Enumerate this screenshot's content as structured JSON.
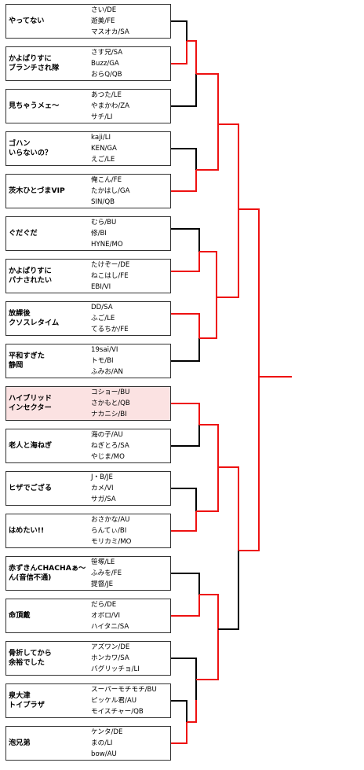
{
  "colors": {
    "win": "#ee1111",
    "loss": "#000000",
    "highlight": "#fbe2e2"
  },
  "teams": [
    {
      "name": "やってない",
      "members": [
        "さい/DE",
        "遊美/FE",
        "マスオカ/SA"
      ]
    },
    {
      "name": "かよぱりすに\nブランチされ隊",
      "members": [
        "さす兄/SA",
        "Buzz/GA",
        "おらQ/QB"
      ]
    },
    {
      "name": "見ちゃうメェ～",
      "members": [
        "あつた/LE",
        "やまかわ/ZA",
        "サチ/LI"
      ]
    },
    {
      "name": "ゴハン\nいらないの？",
      "members": [
        "kaji/LI",
        "KEN/GA",
        "えご/LE"
      ]
    },
    {
      "name": "茨木ひとづまVIP",
      "members": [
        "俺こん/FE",
        "たかはし/GA",
        "SIN/QB"
      ]
    },
    {
      "name": "ぐだぐだ",
      "members": [
        "むら/BU",
        "修/BI",
        "HYNE/MO"
      ]
    },
    {
      "name": "かよぱりすに\nパナされたい",
      "members": [
        "たけぞー/DE",
        "ねこはし/FE",
        "EBI/VI"
      ]
    },
    {
      "name": "放課後\nクソスレタイム",
      "members": [
        "DD/SA",
        "ふご/LE",
        "てるちか/FE"
      ]
    },
    {
      "name": "平和すぎた\n静岡",
      "members": [
        "19sai/VI",
        "トモ/BI",
        "ふみお/AN"
      ]
    },
    {
      "name": "ハイブリッド\nインセクター",
      "members": [
        "コショー/BU",
        "さかもと/QB",
        "ナカニシ/BI"
      ]
    },
    {
      "name": "老人と海ねぎ",
      "members": [
        "海の子/AU",
        "ねぎとろ/SA",
        "やじま/MO"
      ]
    },
    {
      "name": "ヒザでござる",
      "members": [
        "J・B/JE",
        "カメ/VI",
        "サガ/SA"
      ]
    },
    {
      "name": "はめたい!!",
      "members": [
        "おさかな/AU",
        "らんてぃ/BI",
        "モリカミ/MO"
      ]
    },
    {
      "name": "赤ずきんCHACHAぁ～\nん(音信不通)",
      "members": [
        "笹塚/LE",
        "ふみを/FE",
        "提督/JE"
      ]
    },
    {
      "name": "命頂戴",
      "members": [
        "だら/DE",
        "オボロ/VI",
        "ハイタニ/SA"
      ]
    },
    {
      "name": "骨折してから\n余裕でした",
      "members": [
        "アズワン/DE",
        "ホンカワ/SA",
        "バグリッチョ/LI"
      ]
    },
    {
      "name": "泉大津\nトイプラザ",
      "members": [
        "スーパーモチモチ/BU",
        "ピッケル君/AU",
        "モイスチャー/QB"
      ]
    },
    {
      "name": "泡兄弟",
      "members": [
        "ケンタ/DE",
        "まの/LI",
        "bow/AU"
      ]
    }
  ]
}
